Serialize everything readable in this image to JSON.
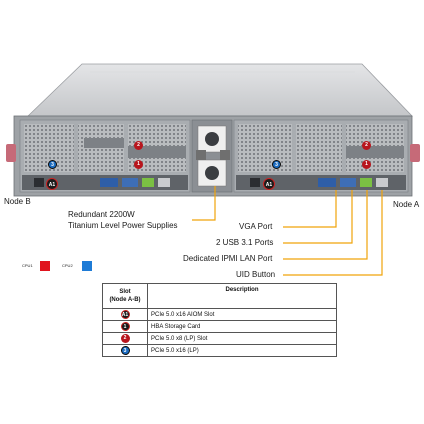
{
  "nodes": {
    "left": "Node B",
    "right": "Node A"
  },
  "power_supply_label": [
    "Redundant 2200W",
    "Titanium Level Power Supplies"
  ],
  "port_callouts": [
    "VGA Port",
    "2 USB 3.1 Ports",
    "Dedicated IPMI LAN Port",
    "UID Button"
  ],
  "cpu_legend": [
    {
      "label": "CPU1",
      "color": "#e0141e"
    },
    {
      "label": "CPU2",
      "color": "#1e7bd6"
    }
  ],
  "chassis_badges": [
    {
      "text": "1",
      "style": "dark"
    },
    {
      "text": "2",
      "style": "red"
    },
    {
      "text": "1",
      "style": "red"
    },
    {
      "text": "3",
      "style": "blue"
    }
  ],
  "slot_table": {
    "headers": {
      "slot": [
        "Slot",
        "(Node A-B)"
      ],
      "description": "Description"
    },
    "rows": [
      {
        "badge": "A1",
        "badge_style": "dark",
        "description": "PCIe 5.0 x16 AIOM Slot"
      },
      {
        "badge": "1",
        "badge_style": "dark",
        "description": "HBA Storage Card"
      },
      {
        "badge": "2",
        "badge_style": "red",
        "description": "PCIe 5.0 x8 (LP) Slot"
      },
      {
        "badge": "3",
        "badge_style": "blue",
        "description": "PCIe 5.0 x16 (LP)"
      }
    ]
  }
}
